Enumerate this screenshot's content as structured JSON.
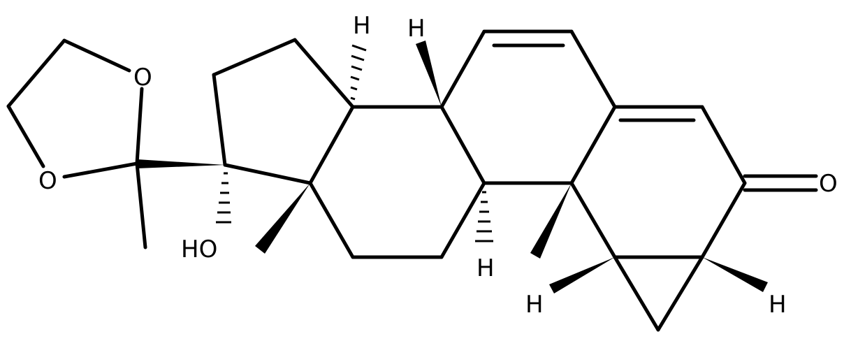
{
  "molecule": {
    "labels": {
      "o_dioxolane_top": "O",
      "o_dioxolane_bottom": "O",
      "hydroxyl": "HO",
      "ketone_o": "O",
      "h_top_1": "H",
      "h_top_2": "H",
      "h_bottom_mid": "H",
      "h_cp_left": "H",
      "h_cp_right": "H"
    }
  }
}
